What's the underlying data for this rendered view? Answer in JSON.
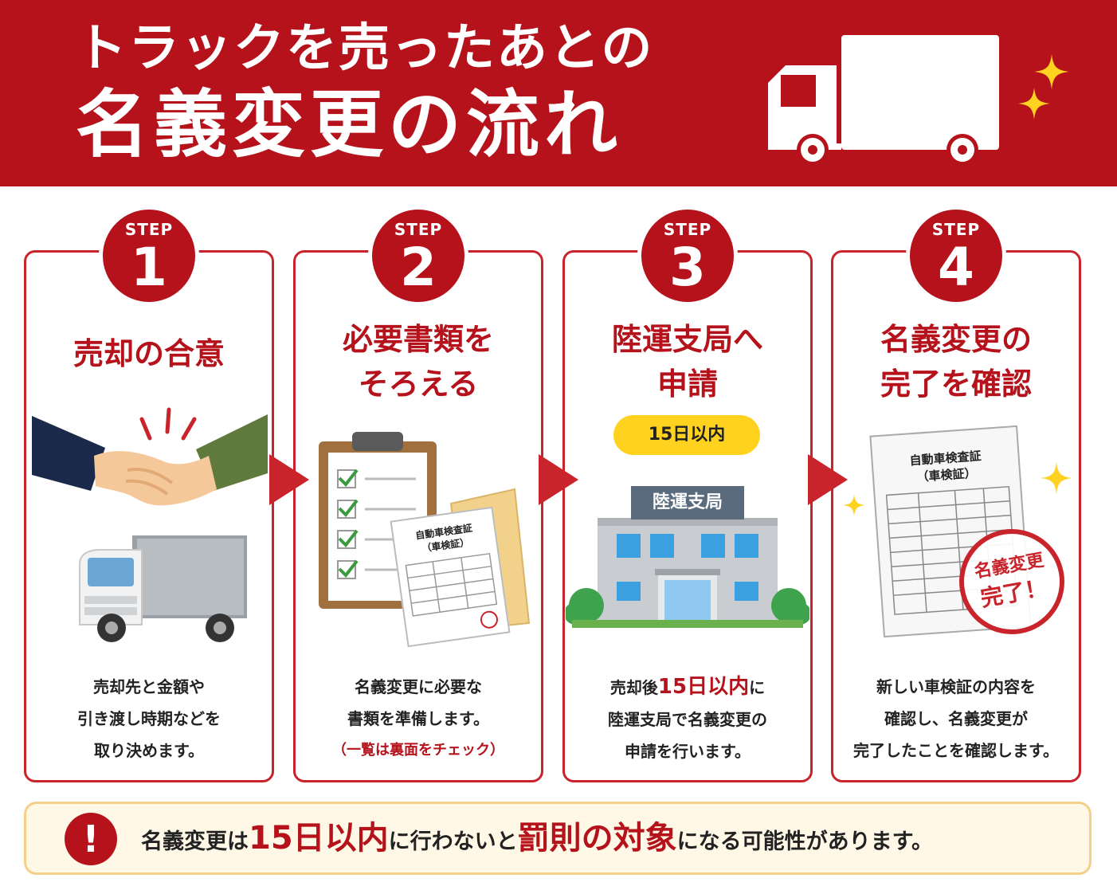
{
  "header": {
    "line1": "トラックを売ったあとの",
    "line2": "名義変更の流れ"
  },
  "steps": [
    {
      "label": "STEP",
      "num": "1",
      "title_lines": [
        "売却の合意"
      ],
      "desc_lines": [
        "売却先と金額や",
        "引き渡し時期などを",
        "取り決めます。"
      ]
    },
    {
      "label": "STEP",
      "num": "2",
      "title_lines": [
        "必要書類を",
        "そろえる"
      ],
      "desc_lines": [
        "名義変更に必要な",
        "書類を準備します。"
      ],
      "note": "（一覧は裏面をチェック）",
      "doc_label_1": "自動車検査証",
      "doc_label_2": "（車検証）"
    },
    {
      "label": "STEP",
      "num": "3",
      "title_lines": [
        "陸運支局へ",
        "申請"
      ],
      "pill": "15日以内",
      "building_sign": "陸運支局",
      "desc_prefix": "売却後",
      "desc_highlight": "15日以内",
      "desc_suffix": "に",
      "desc_lines": [
        "陸運支局で名義変更の",
        "申請を行います。"
      ]
    },
    {
      "label": "STEP",
      "num": "4",
      "title_lines": [
        "名義変更の",
        "完了を確認"
      ],
      "doc_label_1": "自動車検査証",
      "doc_label_2": "（車検証）",
      "stamp_line1": "名義変更",
      "stamp_line2": "完了！",
      "desc_lines": [
        "新しい車検証の内容を",
        "確認し、名義変更が",
        "完了したことを確認します。"
      ]
    }
  ],
  "notice": {
    "icon": "!",
    "part1": "名義変更は",
    "highlight1": "15日以内",
    "part2": "に行わないと",
    "highlight2": "罰則の対象",
    "part3": "になる可能性があります。"
  },
  "colors": {
    "brand_red": "#b5121b",
    "yellow": "#ffd21f",
    "notice_bg": "#fff8e6"
  }
}
